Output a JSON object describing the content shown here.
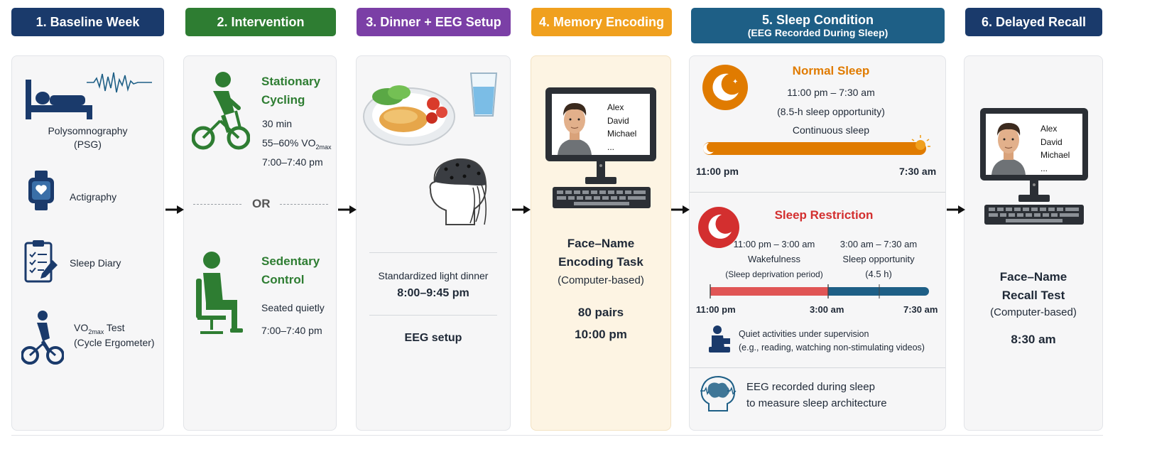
{
  "headers": {
    "baseline": "1. Baseline Week",
    "intervention": "2. Intervention",
    "dinner": "3. Dinner + EEG Setup",
    "encoding": "4. Memory Encoding",
    "sleep": "5. Sleep Condition",
    "sleep_sub": "(EEG Recorded During Sleep)",
    "recall": "6. Delayed Recall"
  },
  "colors": {
    "navy": "#1a3a6b",
    "green": "#2e7d32",
    "purple": "#7b3fa6",
    "orange": "#f0a01e",
    "teal": "#1e5f86",
    "red": "#d32f2f"
  },
  "baseline": {
    "psg_line1": "Polysomnography",
    "psg_line2": "(PSG)",
    "actigraphy": "Actigraphy",
    "sleep_diary": "Sleep Diary",
    "vo2_prefix": "VO",
    "vo2_sub": "2max",
    "vo2_suffix": " Test",
    "vo2_line2": "(Cycle Ergometer)"
  },
  "intervention": {
    "cycling_title1": "Stationary",
    "cycling_title2": "Cycling",
    "cycling_duration": "30 min",
    "cycling_intensity_prefix": "55–60% VO",
    "cycling_intensity_sub": "2max",
    "cycling_time": "7:00–7:40 pm",
    "or": "OR",
    "control_title1": "Sedentary",
    "control_title2": "Control",
    "control_desc": "Seated quietly",
    "control_time": "7:00–7:40 pm"
  },
  "dinner": {
    "dinner_label": "Standardized light dinner",
    "dinner_time": "8:00–9:45 pm",
    "eeg_setup": "EEG setup"
  },
  "encoding": {
    "names": [
      "Alex",
      "David",
      "Michael",
      "..."
    ],
    "task_line1": "Face–Name",
    "task_line2": "Encoding Task",
    "task_line3": "(Computer-based)",
    "pairs": "80 pairs",
    "time": "10:00 pm"
  },
  "sleep": {
    "normal_title": "Normal Sleep",
    "normal_time": "11:00 pm – 7:30 am",
    "normal_opportunity": "(8.5-h sleep opportunity)",
    "normal_desc": "Continuous sleep",
    "normal_start": "11:00 pm",
    "normal_end": "7:30 am",
    "restrict_title": "Sleep Restriction",
    "wake_time": "11:00 pm – 3:00 am",
    "wake_label": "Wakefulness",
    "wake_desc": "(Sleep deprivation period)",
    "sleep_time": "3:00 am – 7:30 am",
    "sleep_label": "Sleep opportunity",
    "sleep_dur": "(4.5 h)",
    "tick_start": "11:00 pm",
    "tick_mid": "3:00 am",
    "tick_end": "7:30 am",
    "quiet_line1": "Quiet activities under supervision",
    "quiet_line2": "(e.g., reading, watching non-stimulating videos)",
    "eeg_line1": "EEG recorded during sleep",
    "eeg_line2": "to measure sleep architecture"
  },
  "recall": {
    "names": [
      "Alex",
      "David",
      "Michael",
      "..."
    ],
    "task_line1": "Face–Name",
    "task_line2": "Recall Test",
    "task_line3": "(Computer-based)",
    "time": "8:30 am"
  }
}
